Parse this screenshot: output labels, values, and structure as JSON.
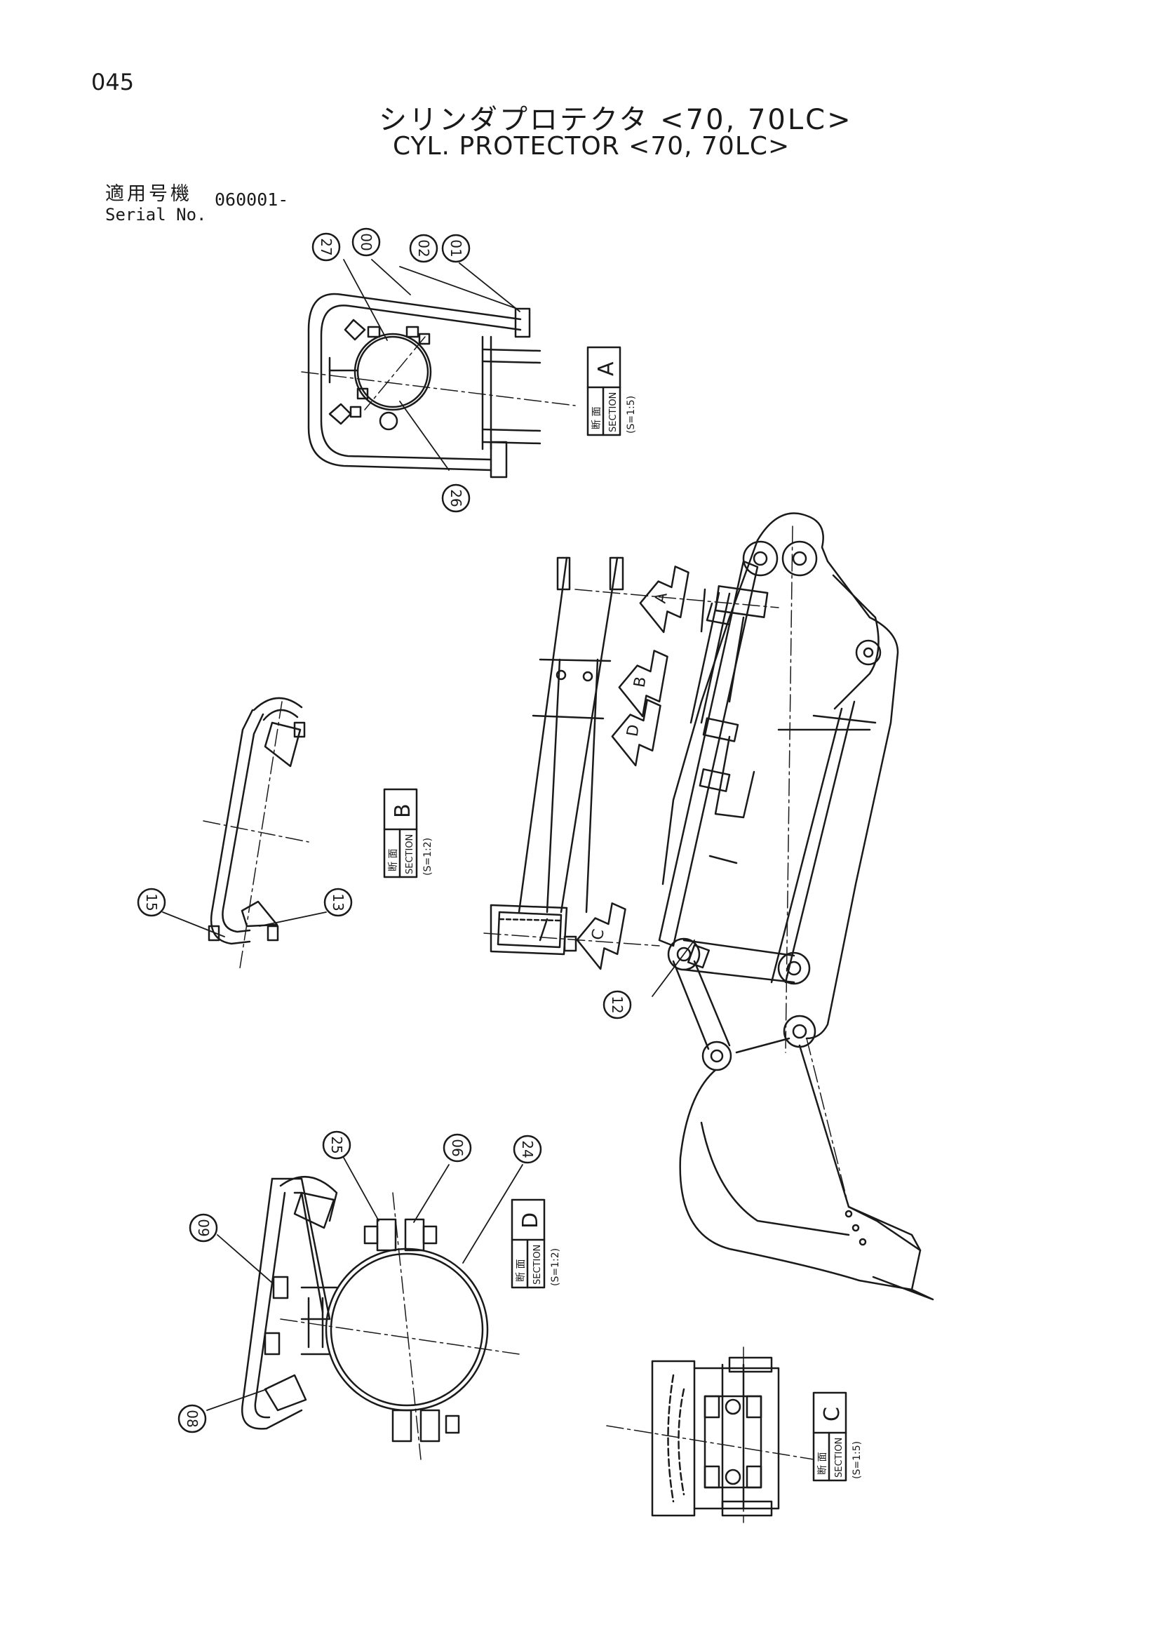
{
  "page_number": "045",
  "title_jp": "シリンダプロテクタ <70, 70LC>",
  "title_en": "CYL. PROTECTOR <70, 70LC>",
  "serial": {
    "label_jp": "適用号機",
    "label_en": "Serial No.",
    "value": "060001-"
  },
  "callouts": {
    "c27": "27",
    "c00": "00",
    "c02": "02",
    "c01": "01",
    "c26": "26",
    "c15": "15",
    "c13": "13",
    "c12": "12",
    "c25": "25",
    "c06": "06",
    "c24": "24",
    "c09": "09",
    "c08": "08"
  },
  "sections": {
    "a": {
      "kanji": "断 面",
      "word": "SECTION",
      "letter": "A",
      "scale": "(S=1:5)"
    },
    "b": {
      "kanji": "断 面",
      "word": "SECTION",
      "letter": "B",
      "scale": "(S=1:2)"
    },
    "c": {
      "kanji": "断 面",
      "word": "SECTION",
      "letter": "C",
      "scale": "(S=1:5)"
    },
    "d": {
      "kanji": "断 面",
      "word": "SECTION",
      "letter": "D",
      "scale": "(S=1:2)"
    }
  },
  "section_arrows": {
    "a": "A",
    "b": "B",
    "c": "C",
    "d": "D"
  }
}
